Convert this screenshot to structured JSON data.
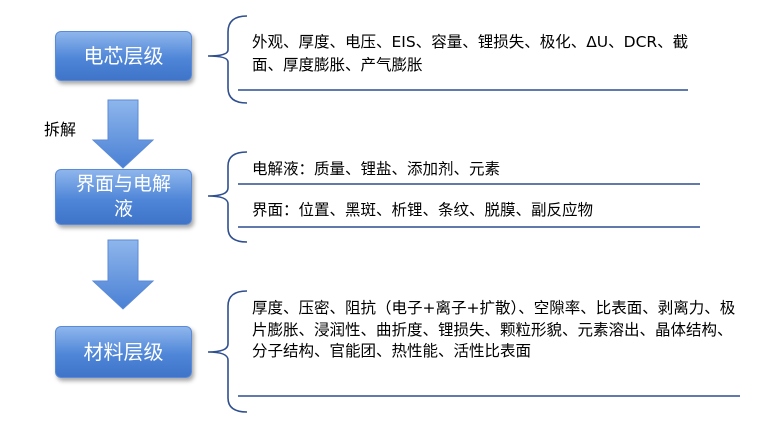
{
  "levels": {
    "cell": "电芯层级",
    "interface": "界面与电解液",
    "material": "材料层级"
  },
  "action": "拆解",
  "details": {
    "cell": "外观、厚度、电压、EIS、容量、锂损失、极化、ΔU、DCR、截面、厚度膨胀、产气膨胀",
    "electrolyte": "电解液：质量、锂盐、添加剂、元素",
    "interface": "界面：位置、黑斑、析锂、条纹、脱膜、副反应物",
    "material": "厚度、压密、阻抗（电子+离子+扩散）、空隙率、比表面、剥离力、极片膨胀、浸润性、曲折度、锂损失、颗粒形貌、元素溶出、晶体结构、分子结构、官能团、热性能、活性比表面"
  },
  "colors": {
    "box_fill": "#4f86d8",
    "arrow_fill": "#5b8fdc",
    "line": "#2f4f8f"
  }
}
